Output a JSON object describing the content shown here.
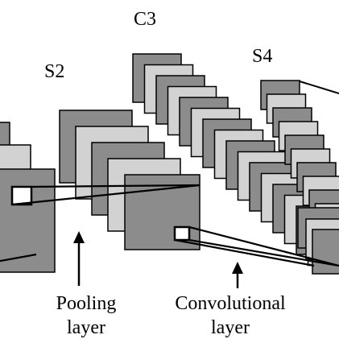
{
  "labels": {
    "c3": "C3",
    "s2": "S2",
    "s4": "S4"
  },
  "captions": {
    "pooling": {
      "line1": "Pooling",
      "line2": "layer"
    },
    "convolutional": {
      "line1": "Convolutional",
      "line2": "layer"
    }
  },
  "colors": {
    "map_dark": "#8c8c8c",
    "map_light": "#d2d2d2",
    "stroke": "#000000",
    "window_fill": "#ffffff"
  }
}
